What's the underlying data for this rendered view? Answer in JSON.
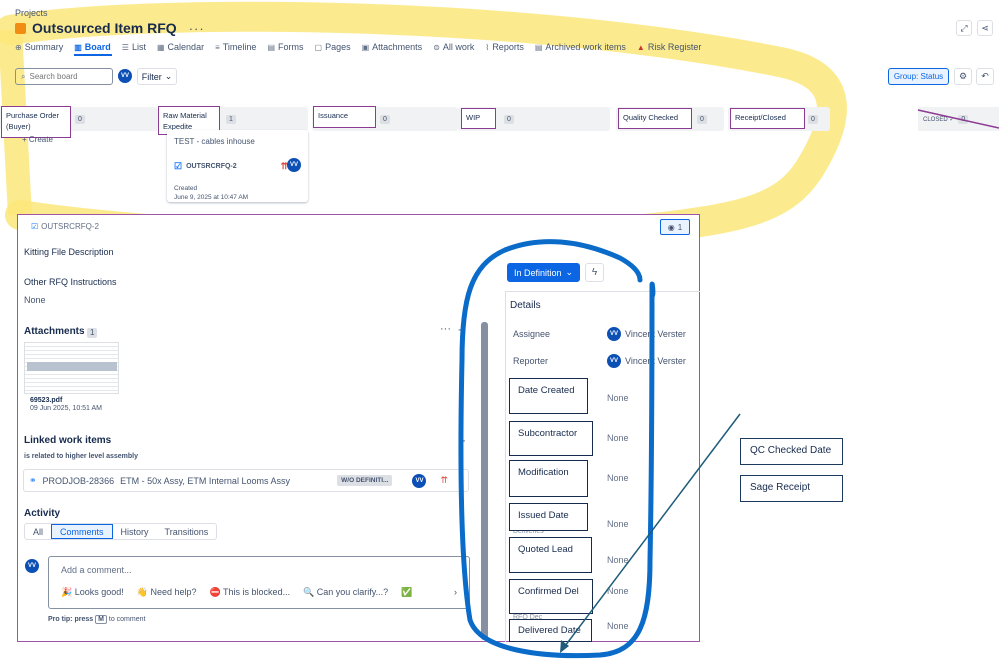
{
  "header": {
    "breadcrumb": "Projects",
    "title": "Outsourced Item RFQ",
    "more": "···"
  },
  "tabs": [
    {
      "label": "Summary",
      "icon": "⊕"
    },
    {
      "label": "Board",
      "icon": "▥"
    },
    {
      "label": "List",
      "icon": "☰"
    },
    {
      "label": "Calendar",
      "icon": "▦"
    },
    {
      "label": "Timeline",
      "icon": "≡"
    },
    {
      "label": "Forms",
      "icon": "▤"
    },
    {
      "label": "Pages",
      "icon": "▢"
    },
    {
      "label": "Attachments",
      "icon": "▣"
    },
    {
      "label": "All work",
      "icon": "⊜"
    },
    {
      "label": "Reports",
      "icon": "⌇"
    },
    {
      "label": "Archived work items",
      "icon": "▤"
    },
    {
      "label": "Risk Register",
      "icon": "▲"
    }
  ],
  "toolbar": {
    "search_placeholder": "Search board",
    "avatar_initials": "VV",
    "filter_label": "Filter",
    "group_label": "Group: Status"
  },
  "columns": [
    {
      "label": "Purchase Order (Buyer)",
      "count": "0"
    },
    {
      "label": "Raw Material Expedite",
      "count": "1"
    },
    {
      "label": "Issuance",
      "count": "0"
    },
    {
      "label": "WIP",
      "count": "0"
    },
    {
      "label": "Quality Checked",
      "count": "0"
    },
    {
      "label": "Receipt/Closed",
      "count": "0"
    },
    {
      "label": "CLOSED ✓",
      "count": "0"
    }
  ],
  "create_label": "+ Create",
  "card": {
    "title": "TEST - cables inhouse",
    "key": "OUTSRCRFQ-2",
    "created_label": "Created",
    "created_date": "June 9, 2025 at 10:47 AM",
    "avatar": "VV"
  },
  "detail": {
    "key": "OUTSRCRFQ-2",
    "watch_count": "1",
    "kitting_label": "Kitting File Description",
    "other_label": "Other RFQ Instructions",
    "other_value": "None",
    "attachments_title": "Attachments",
    "attachments_count": "1",
    "file_name": "69523.pdf",
    "file_date": "09 Jun 2025, 10:51 AM",
    "linked_title": "Linked work items",
    "linked_relation": "is related to higher level assembly",
    "linked_key": "PRODJOB-28366",
    "linked_summary": "ETM - 50x Assy, ETM Internal Looms Assy",
    "linked_status": "W/O DEFINITI...",
    "linked_avatar": "VV",
    "activity_title": "Activity",
    "activity_tabs": [
      "All",
      "Comments",
      "History",
      "Transitions"
    ],
    "comment_placeholder": "Add a comment...",
    "chips": [
      "🎉 Looks good!",
      "👋 Need help?",
      "⛔ This is blocked...",
      "🔍 Can you clarify...?",
      "✅"
    ],
    "protip_prefix": "Pro tip: press",
    "protip_key": "M",
    "protip_suffix": "to comment",
    "commenter_avatar": "VV"
  },
  "sidebar": {
    "status": "In Definition",
    "details_title": "Details",
    "assignee_label": "Assignee",
    "assignee_name": "Vincent Verster",
    "reporter_label": "Reporter",
    "reporter_name": "Vincent Verster",
    "fields": [
      {
        "label": "Date Created",
        "value": "None"
      },
      {
        "label": "Subcontractor",
        "value": "None"
      },
      {
        "label": "Modification",
        "value": "None"
      },
      {
        "label": "Issued Date",
        "value": "None"
      },
      {
        "label": "Quoted Lead",
        "value": "None"
      },
      {
        "label": "Confirmed Del",
        "value": "None"
      },
      {
        "label": "Delivered Date",
        "value": "None"
      }
    ],
    "hidden_under_1": "Deliveries",
    "hidden_under_2": "RFQ Dec"
  },
  "notes": [
    "QC Checked Date",
    "Sage Receipt"
  ],
  "colors": {
    "highlight": "#fce77a",
    "marker_blue": "#0a6bc9",
    "arrow": "#1d5c7a",
    "label_border": "#8c3b93"
  }
}
